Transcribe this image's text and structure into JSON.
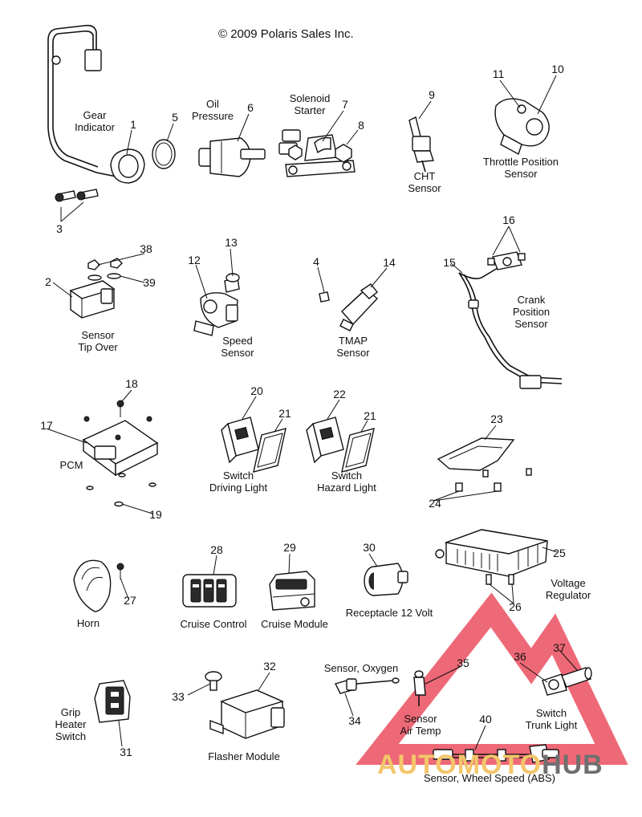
{
  "copyright": "© 2009 Polaris Sales Inc.",
  "watermark": {
    "part1": "AUTOMOTO",
    "part2": "HUB",
    "color_accent": "#e8374a",
    "color_yellow": "#f3c66a"
  },
  "labels": {
    "gear_indicator": [
      "Gear",
      "Indicator"
    ],
    "oil_pressure": [
      "Oil",
      "Pressure"
    ],
    "solenoid_starter": [
      "Solenoid",
      "Starter"
    ],
    "cht_sensor": [
      "CHT",
      "Sensor"
    ],
    "throttle_position_sensor": [
      "Throttle Position",
      "Sensor"
    ],
    "sensor_tip_over": [
      "Sensor",
      "Tip Over"
    ],
    "speed_sensor": [
      "Speed",
      "Sensor"
    ],
    "tmap_sensor": [
      "TMAP",
      "Sensor"
    ],
    "crank_position_sensor": [
      "Crank",
      "Position",
      "Sensor"
    ],
    "pcm": [
      "PCM"
    ],
    "switch_driving_light": [
      "Switch",
      "Driving Light"
    ],
    "switch_hazard_light": [
      "Switch",
      "Hazard Light"
    ],
    "voltage_regulator": [
      "Voltage",
      "Regulator"
    ],
    "horn": [
      "Horn"
    ],
    "cruise_control": [
      "Cruise Control"
    ],
    "cruise_module": [
      "Cruise Module"
    ],
    "receptacle_12_volt": [
      "Receptacle 12 Volt"
    ],
    "grip_heater_switch": [
      "Grip",
      "Heater",
      "Switch"
    ],
    "flasher_module": [
      "Flasher Module"
    ],
    "sensor_oxygen": [
      "Sensor, Oxygen"
    ],
    "sensor_air_temp": [
      "Sensor",
      "Air Temp"
    ],
    "switch_trunk_light": [
      "Switch",
      "Trunk Light"
    ],
    "sensor_wheel_speed": [
      "Sensor, Wheel Speed (ABS)"
    ]
  },
  "callouts": [
    "1",
    "2",
    "3",
    "4",
    "5",
    "6",
    "7",
    "8",
    "9",
    "10",
    "11",
    "12",
    "13",
    "14",
    "15",
    "16",
    "17",
    "18",
    "19",
    "20",
    "21",
    "21",
    "22",
    "23",
    "24",
    "25",
    "26",
    "27",
    "28",
    "29",
    "30",
    "31",
    "32",
    "33",
    "34",
    "35",
    "36",
    "37",
    "38",
    "39",
    "40"
  ]
}
